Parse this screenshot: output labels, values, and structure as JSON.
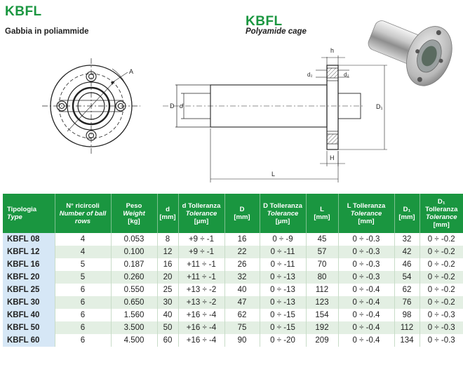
{
  "header": {
    "left": {
      "code": "KBFL",
      "subtitle": "Gabbia in poliammide"
    },
    "right": {
      "code": "KBFL",
      "subtitle": "Polyamide cage"
    }
  },
  "drawing": {
    "labels": {
      "A": "A",
      "D": "D",
      "d": "d",
      "D1": "D₁",
      "d2_left": "d₂",
      "d2_right": "d₂",
      "h": "h",
      "H": "H",
      "L": "L"
    }
  },
  "table": {
    "columns": [
      {
        "it": "Tipologia",
        "en": "Type",
        "unit": ""
      },
      {
        "it": "N° ricircoli",
        "en": "Number of ball rows",
        "unit": ""
      },
      {
        "it": "Peso",
        "en": "Weight",
        "unit": "[kg]"
      },
      {
        "it": "d",
        "en": "",
        "unit": "[mm]"
      },
      {
        "it": "d Tolleranza",
        "en": "Tolerance",
        "unit": "[μm]"
      },
      {
        "it": "D",
        "en": "",
        "unit": "[mm]"
      },
      {
        "it": "D Tolleranza",
        "en": "Tolerance",
        "unit": "[μm]"
      },
      {
        "it": "L",
        "en": "",
        "unit": "[mm]"
      },
      {
        "it": "L Tolleranza",
        "en": "Tolerance",
        "unit": "[mm]"
      },
      {
        "it": "D₁",
        "en": "",
        "unit": "[mm]"
      },
      {
        "it": "D₁ Tolleranza",
        "en": "Tolerance",
        "unit": "[mm]"
      }
    ],
    "rows": [
      [
        "KBFL 08",
        "4",
        "0.053",
        "8",
        "+9 ÷ -1",
        "16",
        "0 ÷ -9",
        "45",
        "0 ÷ -0.3",
        "32",
        "0 ÷ -0.2"
      ],
      [
        "KBFL 12",
        "4",
        "0.100",
        "12",
        "+9 ÷ -1",
        "22",
        "0 ÷ -11",
        "57",
        "0 ÷ -0.3",
        "42",
        "0 ÷ -0.2"
      ],
      [
        "KBFL 16",
        "5",
        "0.187",
        "16",
        "+11 ÷ -1",
        "26",
        "0 ÷ -11",
        "70",
        "0 ÷ -0.3",
        "46",
        "0 ÷ -0.2"
      ],
      [
        "KBFL 20",
        "5",
        "0.260",
        "20",
        "+11 ÷ -1",
        "32",
        "0 ÷ -13",
        "80",
        "0 ÷ -0.3",
        "54",
        "0 ÷ -0.2"
      ],
      [
        "KBFL 25",
        "6",
        "0.550",
        "25",
        "+13 ÷ -2",
        "40",
        "0 ÷ -13",
        "112",
        "0 ÷ -0.4",
        "62",
        "0 ÷ -0.2"
      ],
      [
        "KBFL 30",
        "6",
        "0.650",
        "30",
        "+13 ÷ -2",
        "47",
        "0 ÷ -13",
        "123",
        "0 ÷ -0.4",
        "76",
        "0 ÷ -0.2"
      ],
      [
        "KBFL 40",
        "6",
        "1.560",
        "40",
        "+16 ÷ -4",
        "62",
        "0 ÷ -15",
        "154",
        "0 ÷ -0.4",
        "98",
        "0 ÷ -0.3"
      ],
      [
        "KBFL 50",
        "6",
        "3.500",
        "50",
        "+16 ÷ -4",
        "75",
        "0 ÷ -15",
        "192",
        "0 ÷ -0.4",
        "112",
        "0 ÷ -0.3"
      ],
      [
        "KBFL 60",
        "6",
        "4.500",
        "60",
        "+16 ÷ -4",
        "90",
        "0 ÷ -20",
        "209",
        "0 ÷ -0.4",
        "134",
        "0 ÷ -0.3"
      ]
    ]
  },
  "colors": {
    "brand_green": "#1a9640",
    "row_alt": "#e3efe3",
    "type_cell": "#d6e7f6"
  }
}
